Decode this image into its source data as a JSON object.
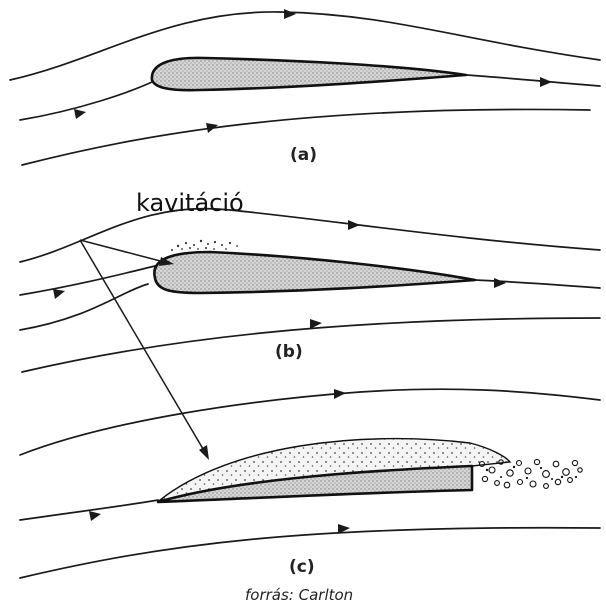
{
  "figure": {
    "panels": [
      {
        "label": "(a)"
      },
      {
        "label": "(b)"
      },
      {
        "label": "(c)"
      }
    ],
    "callout": "kavitáció",
    "source": "forrás: Carlton",
    "colors": {
      "ink": "#111111",
      "foil_fill": "#c8c8c8",
      "cavity_fill": "#e9e9e9",
      "background": "#ffffff"
    }
  }
}
